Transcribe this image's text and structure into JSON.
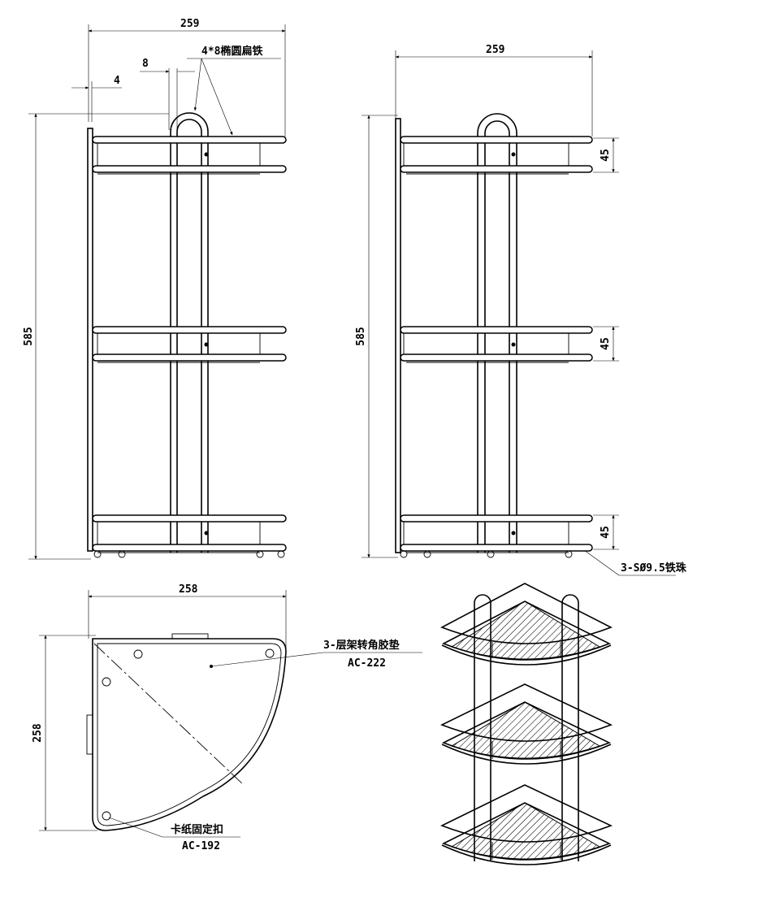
{
  "dimensions": {
    "front_width": "259",
    "front_height": "585",
    "side_width": "259",
    "side_height": "585",
    "tube_offset": "4",
    "tube_width": "8",
    "shelf_gap_top": "45",
    "shelf_gap_mid": "45",
    "shelf_gap_bottom": "45",
    "top_width": "258",
    "top_depth": "258"
  },
  "labels": {
    "flat_iron": "4*8椭圆扁铁",
    "iron_bead": "3-SØ9.5铁珠",
    "rubber_pad_name": "3-层架转角胶垫",
    "rubber_pad_code": "AC-222",
    "clip_name": "卡纸固定扣",
    "clip_code": "AC-192"
  }
}
